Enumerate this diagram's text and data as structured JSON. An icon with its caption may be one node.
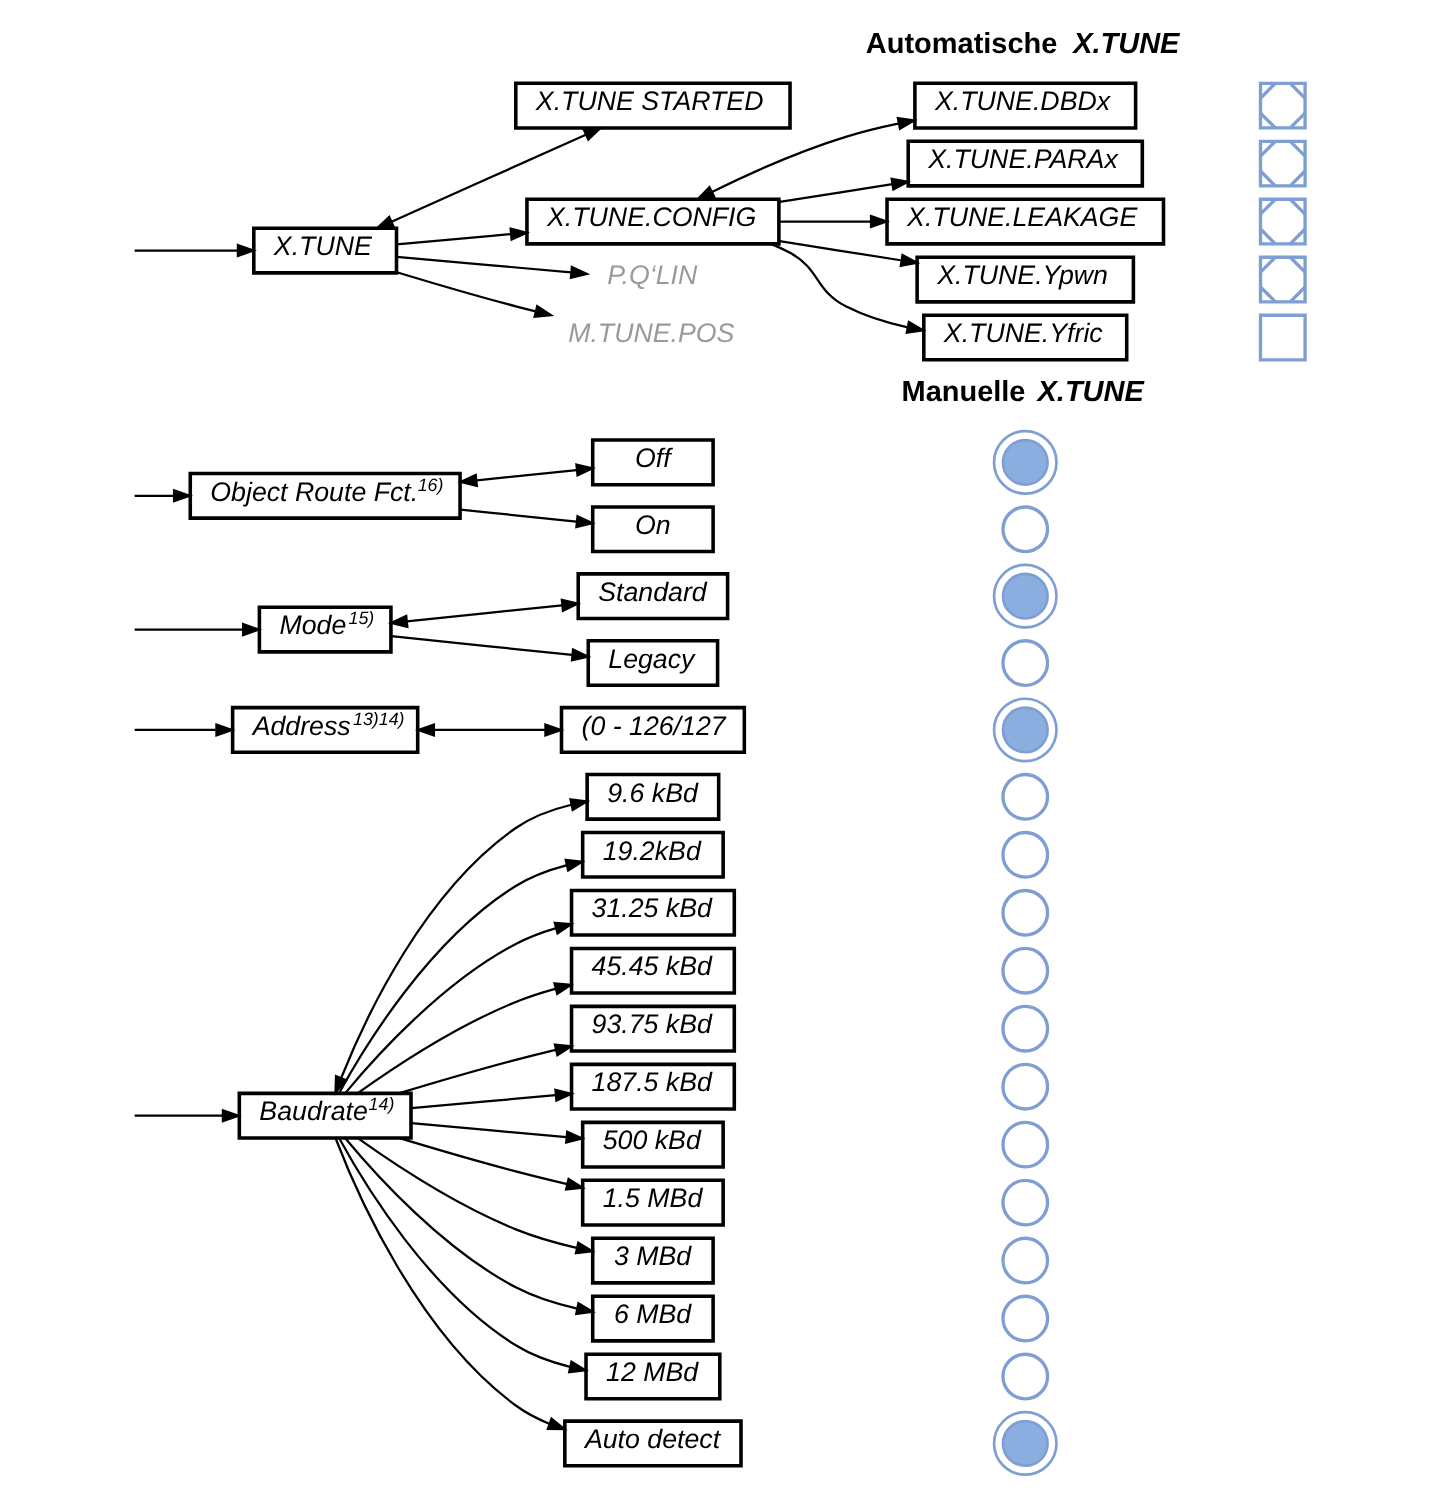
{
  "diagram": {
    "nodes": [
      {
        "text": [
          "Baudrate$^{14)}$"
        ]
      },
      {
        "text": [
          "9.6 kBd"
        ]
      },
      {
        "text": [],
        "shape": "circle"
      },
      {
        "text": [
          "19.2kBd"
        ]
      },
      {
        "text": [],
        "shape": "circle"
      },
      {
        "text": [
          "31.25 kBd"
        ]
      },
      {
        "text": [],
        "shape": "circle"
      },
      {
        "text": [
          "45.45 kBd"
        ]
      },
      {
        "text": [],
        "shape": "circle"
      },
      {
        "text": [
          "93.75 kBd"
        ]
      },
      {
        "text": [],
        "shape": "circle"
      },
      {
        "text": [
          "187.5 kBd"
        ]
      },
      {
        "text": [],
        "shape": "circle"
      },
      {
        "text": [
          "500 kBd"
        ]
      },
      {
        "text": [],
        "shape": "circle"
      },
      {
        "text": [
          "1.5 MBd"
        ]
      },
      {
        "text": [],
        "shape": "circle"
      },
      {
        "text": [
          "3 MBd"
        ]
      },
      {
        "text": [],
        "shape": "circle"
      },
      {
        "text": [
          "6 MBd"
        ]
      },
      {
        "text": [],
        "shape": "circle"
      },
      {
        "text": [
          "12 MBd"
        ]
      },
      {
        "text": [],
        "shape": "circle"
      },
      {
        "text": [
          "Auto detect"
        ]
      },
      {
        "text": [],
        "shape": "dot"
      },
      {
        "text": [
          "Address$^{13)14)}$"
        ]
      },
      {
        "text": [
          "(0 - 126/127"
        ]
      },
      {
        "text": [],
        "shape": "dot"
      },
      {
        "text": [
          "Mode$^{15)}$"
        ]
      },
      {
        "text": [
          "Standard"
        ]
      },
      {
        "text": [],
        "shape": "dot"
      },
      {
        "text": [
          "Legacy"
        ]
      },
      {
        "text": [],
        "shape": "circle"
      },
      {
        "text": [
          "Object Route Fct.$^{16)}$"
        ]
      },
      {
        "text": [
          "Off"
        ]
      },
      {
        "text": [],
        "shape": "dot"
      },
      {
        "text": [
          "On"
        ]
      },
      {
        "text": [],
        "shape": "circle"
      },
      {
        "text": [
          "X.TUNE"
        ]
      },
      {
        "text": [
          "X.TUNE STARTED"
        ]
      },
      {
        "text": [
          "X.TUNE.CONFIG"
        ]
      },
      {
        "text": [
          "X.TUNE.DBDx"
        ]
      },
      {
        "text": [],
        "shape": "checkbox"
      },
      {
        "text": [
          "X.TUNE.PARAx"
        ]
      },
      {
        "text": [],
        "shape": "checkbox"
      },
      {
        "text": [
          "X.TUNE.LEAKAGE"
        ]
      },
      {
        "text": [],
        "shape": "checkbox"
      },
      {
        "text": [
          "X.TUNE.Ypwn"
        ]
      },
      {
        "text": [],
        "shape": "checkbox"
      },
      {
        "text": [
          "X.TUNE.Yfric"
        ]
      },
      {
        "text": [],
        "shape": "box"
      },
      {
        "text": [
          "P.Q‘LIN"
        ]
      },
      {
        "text": [
          "M.TUNE.POS"
        ]
      }
    ],
    "edges": [
      {
        "from": null,
        "to": 0,
        "arrow": "to"
      },
      {
        "from": 0,
        "to": 1,
        "arrow": "both"
      },
      {
        "from": 0,
        "to": 3,
        "arrow": "to"
      },
      {
        "from": 0,
        "to": 5,
        "arrow": "to"
      },
      {
        "from": 0,
        "to": 7,
        "arrow": "to"
      },
      {
        "from": 0,
        "to": 9,
        "arrow": "to"
      },
      {
        "from": 0,
        "to": 11,
        "arrow": "to"
      },
      {
        "from": 0,
        "to": 13,
        "arrow": "to"
      },
      {
        "from": 0,
        "to": 15,
        "arrow": "to"
      },
      {
        "from": 0,
        "to": 17,
        "arrow": "to"
      },
      {
        "from": 0,
        "to": 19,
        "arrow": "to"
      },
      {
        "from": 0,
        "to": 21,
        "arrow": "to"
      },
      {
        "from": 0,
        "to": 23,
        "arrow": "to"
      },
      {
        "from": null,
        "to": 25,
        "arrow": "to"
      },
      {
        "from": 25,
        "to": 26,
        "arrow": "both"
      },
      {
        "from": null,
        "to": 28,
        "arrow": "to"
      },
      {
        "from": 28,
        "to": 29,
        "arrow": "both"
      },
      {
        "from": 28,
        "to": 31,
        "arrow": "to"
      },
      {
        "from": null,
        "to": 33,
        "arrow": "to"
      },
      {
        "from": 33,
        "to": 34,
        "arrow": "both"
      },
      {
        "from": 33,
        "to": 36,
        "arrow": "to"
      },
      {
        "from": null,
        "to": 38,
        "arrow": "to"
      },
      {
        "from": 38,
        "to": 39,
        "arrow": "both"
      },
      {
        "from": 38,
        "to": 40,
        "arrow": "to"
      },
      {
        "from": 40,
        "to": 41,
        "arrow": "both"
      },
      {
        "from": 40,
        "to": 43,
        "arrow": "to"
      },
      {
        "from": 40,
        "to": 45,
        "arrow": "to"
      },
      {
        "from": 40,
        "to": 47,
        "arrow": "to"
      },
      {
        "from": 40,
        "to": 49,
        "arrow": "to"
      },
      {
        "from": 38,
        "to": 51,
        "arrow": "to"
      },
      {
        "from": 38,
        "to": 52,
        "arrow": "to"
      }
    ],
    "labels": [
      "Automatische *X.TUNE*",
      "Manuelle *X.TUNE*"
    ]
  }
}
